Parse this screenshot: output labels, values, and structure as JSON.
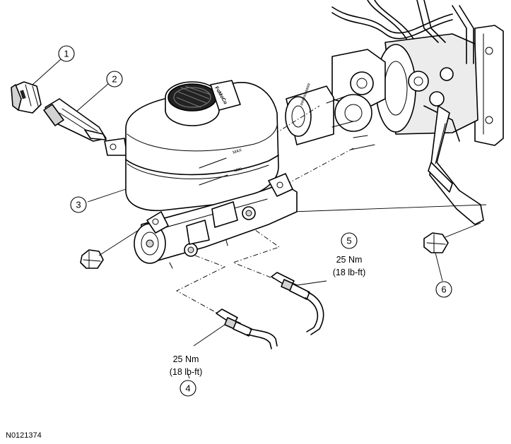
{
  "figure_id": "N0121374",
  "callouts": [
    {
      "number": "1"
    },
    {
      "number": "2"
    },
    {
      "number": "3"
    },
    {
      "number": "4",
      "torque_nm": "25 Nm",
      "torque_lbft": "(18 lb-ft)"
    },
    {
      "number": "5",
      "torque_nm": "25 Nm",
      "torque_lbft": "(18 lb-ft)"
    },
    {
      "number": "6"
    }
  ],
  "reservoir": {
    "cap_brand": "FoMoCo",
    "max_mark": "MAX",
    "min_mark": "MIN"
  }
}
